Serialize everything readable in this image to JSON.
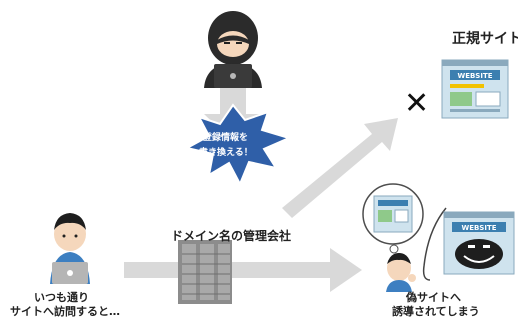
{
  "labels": {
    "correct_site": "正規サイト",
    "domain_registrar": "ドメイン名の管理会社",
    "user_line1": "いつも通り",
    "user_line2": "サイトへ訪問すると…",
    "fake_line1": "偽サイトへ",
    "fake_line2": "誘導されてしまう",
    "burst_line1": "登録情報を",
    "burst_line2": "書き換える！",
    "cross": "✕"
  },
  "site_badge": "WEBSITE",
  "colors": {
    "arrow": "#d9d9d9",
    "burst": "#2f5fa8",
    "server": "#8c8c8c",
    "site_frame": "#cfe3ee",
    "site_badge": "#3c7fb0"
  }
}
